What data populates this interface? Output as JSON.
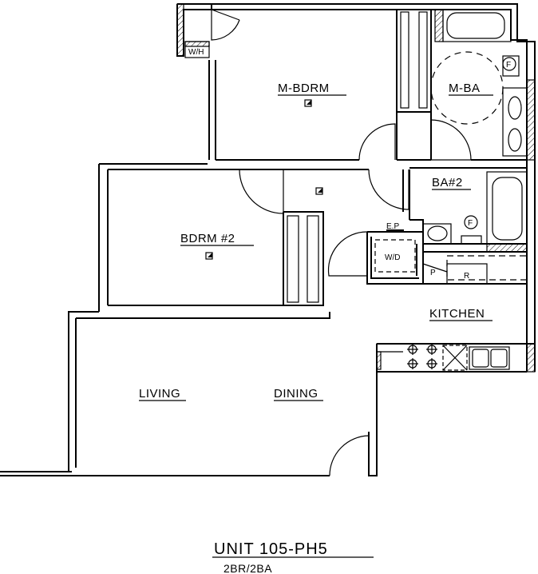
{
  "rooms": {
    "master_bedroom": "M-BDRM",
    "master_bath": "M-BA",
    "bedroom_2": "BDRM #2",
    "bath_2": "BA#2",
    "kitchen": "KITCHEN",
    "living": "LIVING",
    "dining": "DINING"
  },
  "fixtures": {
    "walk_in": "W/H",
    "washer_dryer": "W/D",
    "panel": "E.P",
    "pantry": "P",
    "refrigerator": "R"
  },
  "footer": {
    "unit": "UNIT 105-PH5",
    "type": "2BR/2BA"
  }
}
